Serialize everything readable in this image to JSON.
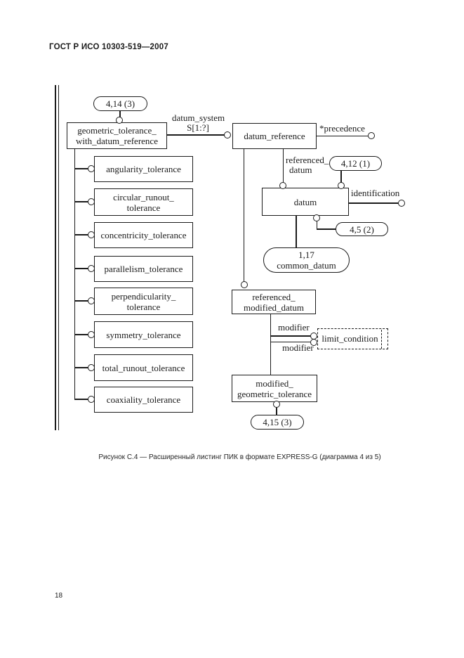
{
  "header": {
    "title": "ГОСТ Р ИСО 10303-519—2007"
  },
  "footer": {
    "page_number": "18"
  },
  "caption": "Рисунок С.4 — Расширенный листинг ПИК в формате EXPRESS-G (диаграмма 4 из 5)",
  "diagram": {
    "notation": "EXPRESS-G",
    "page_refs": {
      "top": "4,14 (3)",
      "datum_in": "4,12 (1)",
      "datum_out": "4,5 (2)",
      "common_datum": {
        "line1": "1,17",
        "line2": "common_datum"
      },
      "bottom": "4,15 (3)"
    },
    "entities": {
      "geometric_tolerance_with_datum_reference": {
        "line1": "geometric_tolerance_",
        "line2": "with_datum_reference"
      },
      "datum_reference": {
        "line1": "datum_reference"
      },
      "datum": {
        "line1": "datum"
      },
      "referenced_modified_datum": {
        "line1": "referenced_",
        "line2": "modified_datum"
      },
      "modified_geometric_tolerance": {
        "line1": "modified_",
        "line2": "geometric_tolerance"
      },
      "limit_condition": {
        "line1": "limit_condition"
      }
    },
    "subtypes": [
      {
        "line1": "angularity_tolerance"
      },
      {
        "line1": "circular_runout_",
        "line2": "tolerance"
      },
      {
        "line1": "concentricity_tolerance"
      },
      {
        "line1": "parallelism_tolerance"
      },
      {
        "line1": "perpendicularity_",
        "line2": "tolerance"
      },
      {
        "line1": "symmetry_tolerance"
      },
      {
        "line1": "total_runout_tolerance"
      },
      {
        "line1": "coaxiality_tolerance"
      }
    ],
    "attributes": {
      "datum_system": {
        "line1": "datum_system",
        "line2": "S[1:?]"
      },
      "precedence": "*precedence",
      "referenced_datum": {
        "line1": "referenced_",
        "line2": "datum"
      },
      "identification": "identification",
      "modifier_top": "modifier",
      "modifier_bottom": "modifier"
    }
  }
}
